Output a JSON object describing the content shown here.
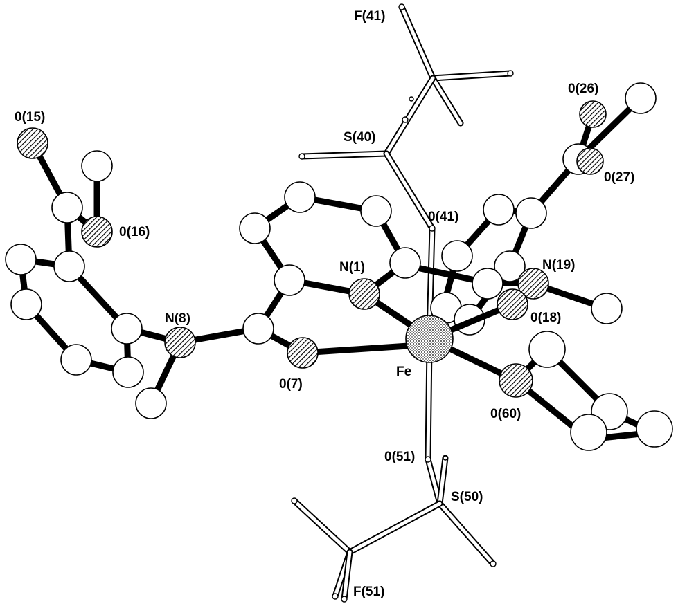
{
  "labels": {
    "F41": "F(41)",
    "S40": "S(40)",
    "O26": "0(26)",
    "O27": "0(27)",
    "O15": "0(15)",
    "O16": "0(16)",
    "O41": "0(41)",
    "N1": "N(1)",
    "N19": "N(19)",
    "N8": "N(8)",
    "O18": "0(18)",
    "O7": "0(7)",
    "Fe": "Fe",
    "O60": "0(60)",
    "O51": "0(51)",
    "S50": "S(50)",
    "F51": "F(51)"
  }
}
